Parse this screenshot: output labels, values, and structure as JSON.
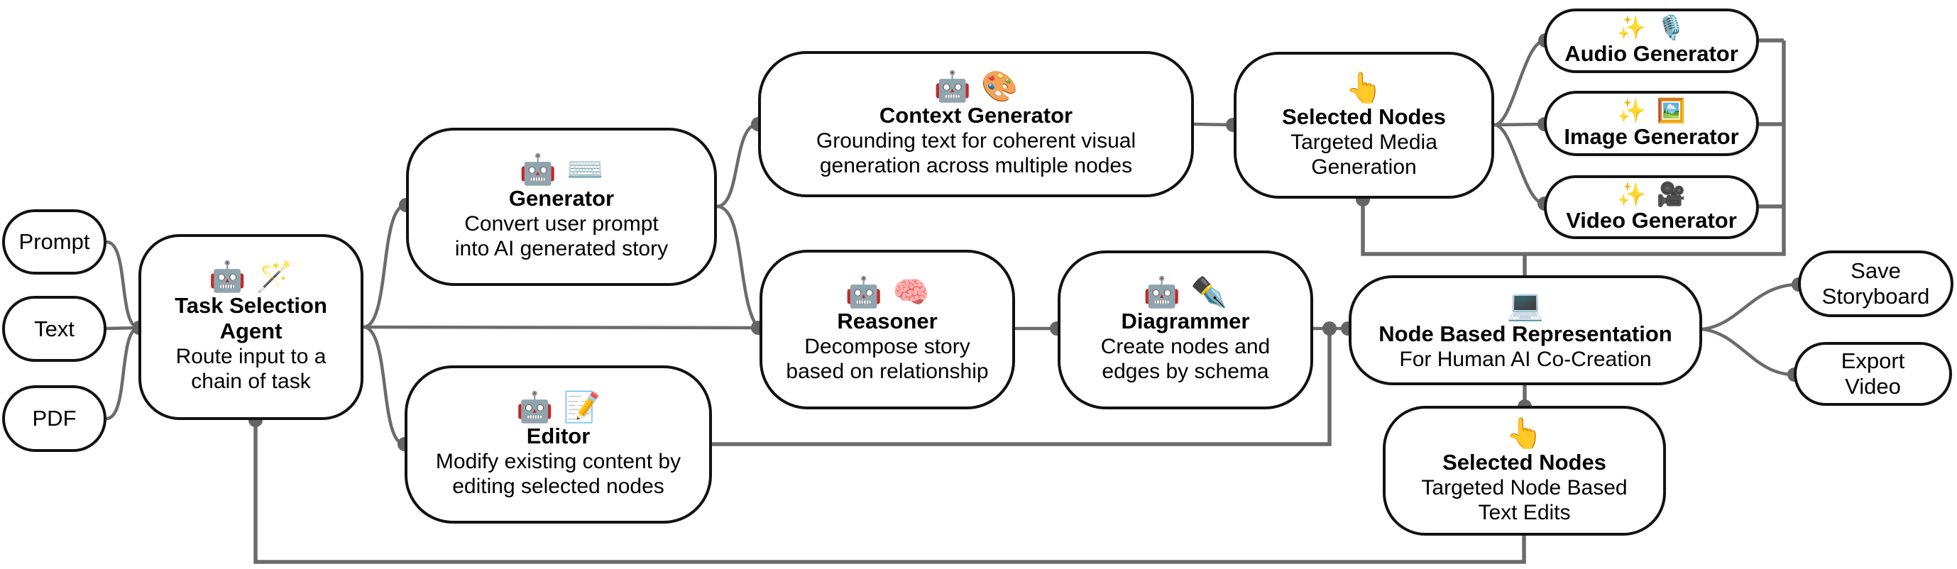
{
  "diagram": {
    "colors": {
      "background": "#ffffff",
      "node_fill": "#ffffff",
      "node_border": "#121212",
      "edge": "#6b6b6b",
      "connector_dot": "#646464",
      "text": "#000000"
    },
    "nodes": [
      {
        "id": "prompt",
        "icons": [],
        "icon_names": [],
        "title": "Prompt",
        "subtitle": ""
      },
      {
        "id": "text",
        "icons": [],
        "icon_names": [],
        "title": "Text",
        "subtitle": ""
      },
      {
        "id": "pdf",
        "icons": [],
        "icon_names": [],
        "title": "PDF",
        "subtitle": ""
      },
      {
        "id": "task-selection-agent",
        "icons": [
          "🤖",
          "🪄"
        ],
        "icon_names": [
          "robot-icon",
          "magic-wand-icon"
        ],
        "title": "Task Selection\nAgent",
        "subtitle": "Route input to a\nchain of task"
      },
      {
        "id": "generator",
        "icons": [
          "🤖",
          "⌨️"
        ],
        "icon_names": [
          "robot-icon",
          "keyboard-icon"
        ],
        "title": "Generator",
        "subtitle": "Convert user prompt\ninto AI generated story"
      },
      {
        "id": "context-generator",
        "icons": [
          "🤖",
          "🎨"
        ],
        "icon_names": [
          "robot-icon",
          "palette-icon"
        ],
        "title": "Context Generator",
        "subtitle": "Grounding text for coherent visual\ngeneration across multiple nodes"
      },
      {
        "id": "selected-nodes-media",
        "icons": [
          "👆"
        ],
        "icon_names": [
          "pointing-up-icon"
        ],
        "title": "Selected Nodes",
        "subtitle": "Targeted Media\nGeneration"
      },
      {
        "id": "audio-generator",
        "icons": [
          "✨",
          "🎙️"
        ],
        "icon_names": [
          "sparkles-icon",
          "microphone-icon"
        ],
        "title": "Audio Generator",
        "subtitle": ""
      },
      {
        "id": "image-generator",
        "icons": [
          "✨",
          "🖼️"
        ],
        "icon_names": [
          "sparkles-icon",
          "picture-icon"
        ],
        "title": "Image Generator",
        "subtitle": ""
      },
      {
        "id": "video-generator",
        "icons": [
          "✨",
          "🎥"
        ],
        "icon_names": [
          "sparkles-icon",
          "movie-camera-icon"
        ],
        "title": "Video Generator",
        "subtitle": ""
      },
      {
        "id": "reasoner",
        "icons": [
          "🤖",
          "🧠"
        ],
        "icon_names": [
          "robot-icon",
          "brain-icon"
        ],
        "title": "Reasoner",
        "subtitle": "Decompose story\nbased on relationship"
      },
      {
        "id": "diagrammer",
        "icons": [
          "🤖",
          "✒️"
        ],
        "icon_names": [
          "robot-icon",
          "pen-nib-icon"
        ],
        "title": "Diagrammer",
        "subtitle": "Create nodes and\nedges by schema"
      },
      {
        "id": "editor",
        "icons": [
          "🤖",
          "📝"
        ],
        "icon_names": [
          "robot-icon",
          "memo-icon"
        ],
        "title": "Editor",
        "subtitle": "Modify existing content by\nediting selected nodes"
      },
      {
        "id": "node-based-representation",
        "icons": [
          "💻"
        ],
        "icon_names": [
          "laptop-icon"
        ],
        "title": "Node Based Representation",
        "subtitle": "For Human AI Co-Creation"
      },
      {
        "id": "selected-nodes-text-edits",
        "icons": [
          "👆"
        ],
        "icon_names": [
          "pointing-up-icon"
        ],
        "title": "Selected Nodes",
        "subtitle": "Targeted Node Based\nText Edits"
      },
      {
        "id": "save-storyboard",
        "icons": [],
        "icon_names": [],
        "title": "Save\nStoryboard",
        "subtitle": ""
      },
      {
        "id": "export-video",
        "icons": [],
        "icon_names": [],
        "title": "Export\nVideo",
        "subtitle": ""
      }
    ],
    "edges": [
      {
        "from": "prompt",
        "to": "task-selection-agent"
      },
      {
        "from": "text",
        "to": "task-selection-agent"
      },
      {
        "from": "pdf",
        "to": "task-selection-agent"
      },
      {
        "from": "task-selection-agent",
        "to": "generator"
      },
      {
        "from": "task-selection-agent",
        "to": "reasoner"
      },
      {
        "from": "task-selection-agent",
        "to": "editor"
      },
      {
        "from": "generator",
        "to": "context-generator"
      },
      {
        "from": "generator",
        "to": "reasoner"
      },
      {
        "from": "context-generator",
        "to": "selected-nodes-media"
      },
      {
        "from": "selected-nodes-media",
        "to": "audio-generator"
      },
      {
        "from": "selected-nodes-media",
        "to": "image-generator"
      },
      {
        "from": "selected-nodes-media",
        "to": "video-generator"
      },
      {
        "from": "audio-generator",
        "to": "node-based-representation"
      },
      {
        "from": "image-generator",
        "to": "node-based-representation"
      },
      {
        "from": "video-generator",
        "to": "node-based-representation"
      },
      {
        "from": "selected-nodes-media",
        "to": "node-based-representation"
      },
      {
        "from": "reasoner",
        "to": "diagrammer"
      },
      {
        "from": "diagrammer",
        "to": "node-based-representation"
      },
      {
        "from": "editor",
        "to": "node-based-representation"
      },
      {
        "from": "node-based-representation",
        "to": "save-storyboard"
      },
      {
        "from": "node-based-representation",
        "to": "export-video"
      },
      {
        "from": "node-based-representation",
        "to": "selected-nodes-text-edits"
      },
      {
        "from": "selected-nodes-text-edits",
        "to": "task-selection-agent"
      }
    ]
  }
}
